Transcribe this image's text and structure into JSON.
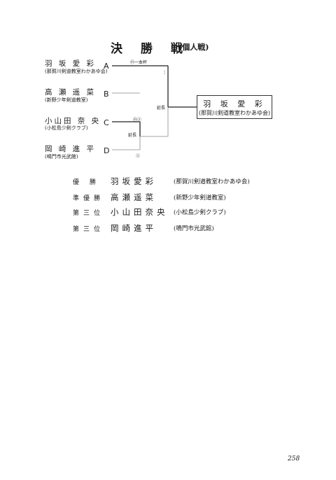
{
  "title": "決 勝 戦",
  "subtitle": "(個人戦)",
  "players": [
    {
      "name": "羽 坂 愛 彩",
      "club": "(那賀川剣道教室わかあゆ会)",
      "letter": "A"
    },
    {
      "name": "高 瀬 遥 菜",
      "club": "(新野少年剣道教室)",
      "letter": "B"
    },
    {
      "name": "小山田 奈 央",
      "club": "(小松島少剣クラブ)",
      "letter": "C"
    },
    {
      "name": "岡 崎 進 平",
      "club": "(鳴門市光武館)",
      "letter": "D"
    }
  ],
  "bracket_notes": {
    "ab_score": "ⓜ一本杯",
    "ab_dots": "⋮",
    "final_extension": "延長",
    "cd_top_score": "ⓜⓩ",
    "cd_extension": "延長",
    "cd_bottom_score": "ⓩ"
  },
  "winner": {
    "name": "羽 坂 愛 彩",
    "club": "(那賀川剣道教室わかあゆ会)"
  },
  "results": [
    {
      "rank": "優 勝",
      "name": "羽坂愛彩",
      "club": "(那賀川剣道教室わかあゆ会)"
    },
    {
      "rank": "準優勝",
      "name": "高瀬遥菜",
      "club": "(新野少年剣道教室)"
    },
    {
      "rank": "第三位",
      "name": "小山田奈央",
      "club": "(小松島少剣クラブ)"
    },
    {
      "rank": "第三位",
      "name": "岡崎進平",
      "club": "(鳴門市光武館)"
    }
  ],
  "page_number": "258"
}
